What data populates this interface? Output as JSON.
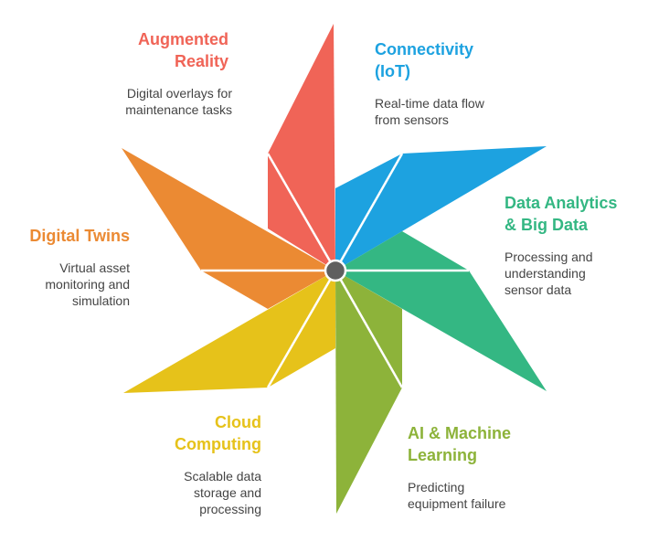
{
  "center": {
    "color": "#5f5f5f"
  },
  "segments": [
    {
      "id": "augmented-reality",
      "title": "Augmented Reality",
      "title_line1": "Augmented",
      "title_line2": "Reality",
      "description_line1": "Digital overlays for",
      "description_line2": "maintenance tasks",
      "description_line3": "",
      "color": "#f06457",
      "shade": "#e05548"
    },
    {
      "id": "connectivity-iot",
      "title": "Connectivity (IoT)",
      "title_line1": "Connectivity",
      "title_line2": "(IoT)",
      "description_line1": "Real-time data flow",
      "description_line2": "from sensors",
      "description_line3": "",
      "color": "#1da2e0",
      "shade": "#168fcb"
    },
    {
      "id": "data-analytics",
      "title": "Data Analytics & Big Data",
      "title_line1": "Data Analytics",
      "title_line2": "& Big Data",
      "description_line1": "Processing and",
      "description_line2": "understanding",
      "description_line3": "sensor data",
      "color": "#34b783",
      "shade": "#2aa574"
    },
    {
      "id": "ai-machine-learning",
      "title": "AI & Machine Learning",
      "title_line1": "AI & Machine",
      "title_line2": "Learning",
      "description_line1": "Predicting",
      "description_line2": "equipment failure",
      "description_line3": "",
      "color": "#8db33a",
      "shade": "#7aa02f"
    },
    {
      "id": "cloud-computing",
      "title": "Cloud Computing",
      "title_line1": "Cloud",
      "title_line2": "Computing",
      "description_line1": "Scalable data",
      "description_line2": "storage and",
      "description_line3": "processing",
      "color": "#e6c21a",
      "shade": "#d6b110"
    },
    {
      "id": "digital-twins",
      "title": "Digital Twins",
      "title_line1": "Digital Twins",
      "title_line2": "",
      "description_line1": "Virtual asset",
      "description_line2": "monitoring and",
      "description_line3": "simulation",
      "color": "#eb8a33",
      "shade": "#dc7a26"
    }
  ]
}
